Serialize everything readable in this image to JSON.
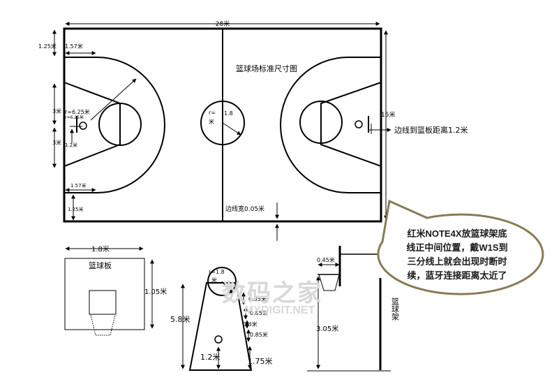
{
  "labels": {
    "length_28": "28米",
    "margin_125_top": "1.25米",
    "d_157_top": "1.57米",
    "court_title": "篮球场标准尺寸图",
    "three_top": "3米",
    "three_bottom": "3米",
    "radius_625": "r=6.25米",
    "radius_625_sub": "r=6.25米",
    "d_12_left": "1.2米",
    "center_r_a": "r=",
    "center_r_b": "米",
    "center_r_val": "1.8",
    "width_15": "15米",
    "edge_to_board": "边线到篮板距离1.2米",
    "d_157_bottom": "1.57米",
    "margin_125_bottom": "1.25米",
    "sideline_width": "边线宽0.05米",
    "board_width": "1.8米",
    "board_label": "篮球板",
    "board_height": "1.05米",
    "key_radius": "r=1.8",
    "key_radius_unit": "米",
    "key_length": "5.8米",
    "lane_085_1": "0.85米",
    "lane_085_2": "0.85米",
    "lane_03": "0.3米",
    "lane_085_3": "0.85米",
    "key_12": "1.2米",
    "key_175": "1.75米",
    "hoop_045": "0.45米",
    "hoop_height": "3.05米",
    "stand_label": "篮球架"
  },
  "bubble": {
    "line1": "红米NOTE4X放篮球架底",
    "line2": "线正中间位置，戴W1S到",
    "line3": "三分线上就会出现时断时",
    "line4": "续，蓝牙连接距离太近了"
  },
  "watermark": {
    "main": "数码之家",
    "sub": "MYDIGIT.NET"
  },
  "colors": {
    "line": "#000000",
    "bubble_fill": "#ffffff",
    "bubble_border": "#8a7a55",
    "watermark": "#d8d8d8"
  }
}
